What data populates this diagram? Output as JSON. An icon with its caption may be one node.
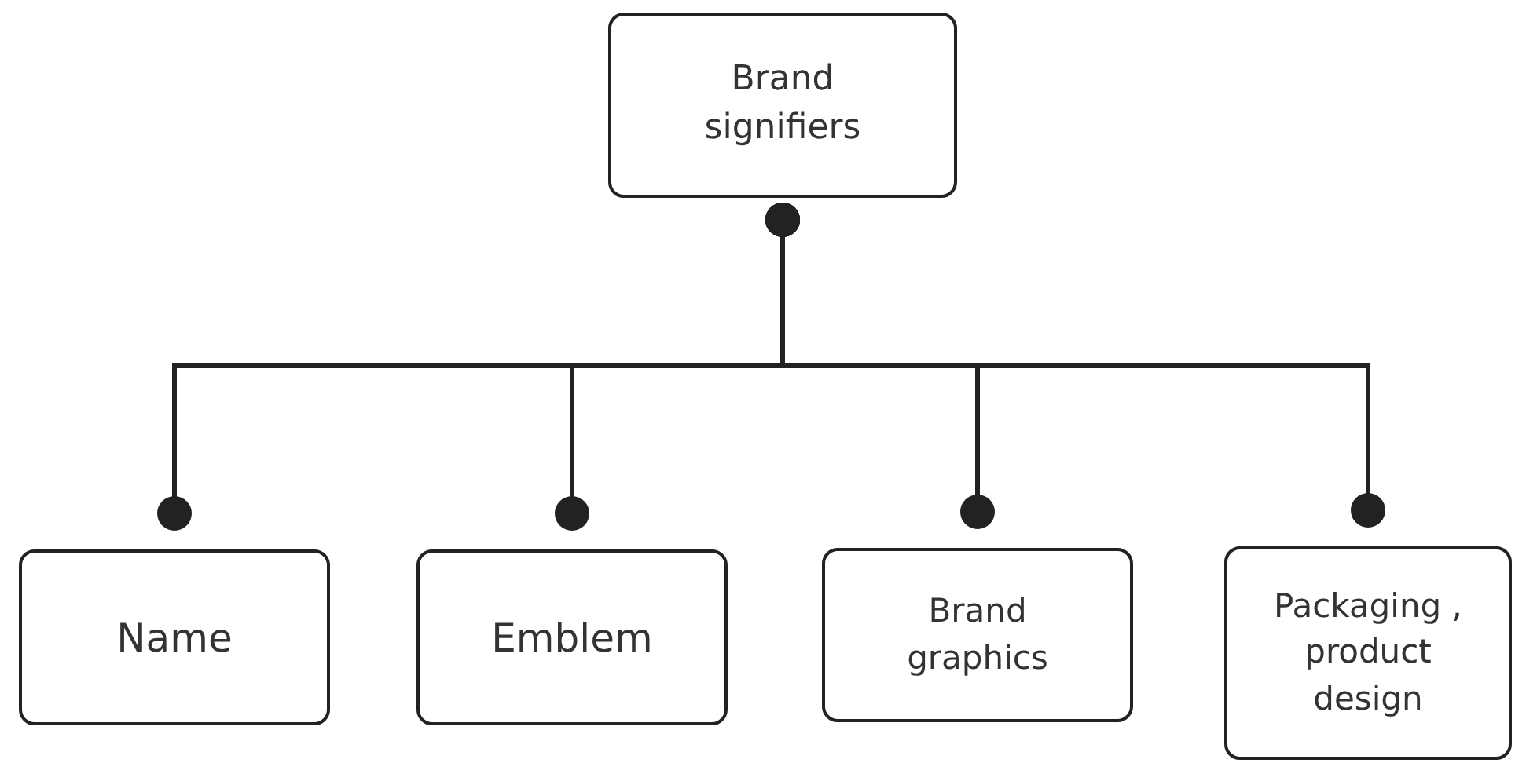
{
  "diagram": {
    "nodes": [
      {
        "text": [
          "Brand signifiers"
        ]
      },
      {
        "text": [
          "Name"
        ]
      },
      {
        "text": [
          "Emblem"
        ]
      },
      {
        "text": [
          "Brand graphics"
        ]
      },
      {
        "text": [
          "Packaging , product design"
        ]
      }
    ],
    "edges": [
      {
        "from": 0,
        "to": 1,
        "arrow": "other"
      },
      {
        "from": 0,
        "to": 2,
        "arrow": "other"
      },
      {
        "from": 0,
        "to": 3,
        "arrow": "other"
      },
      {
        "from": 0,
        "to": 4,
        "arrow": "other"
      }
    ]
  }
}
